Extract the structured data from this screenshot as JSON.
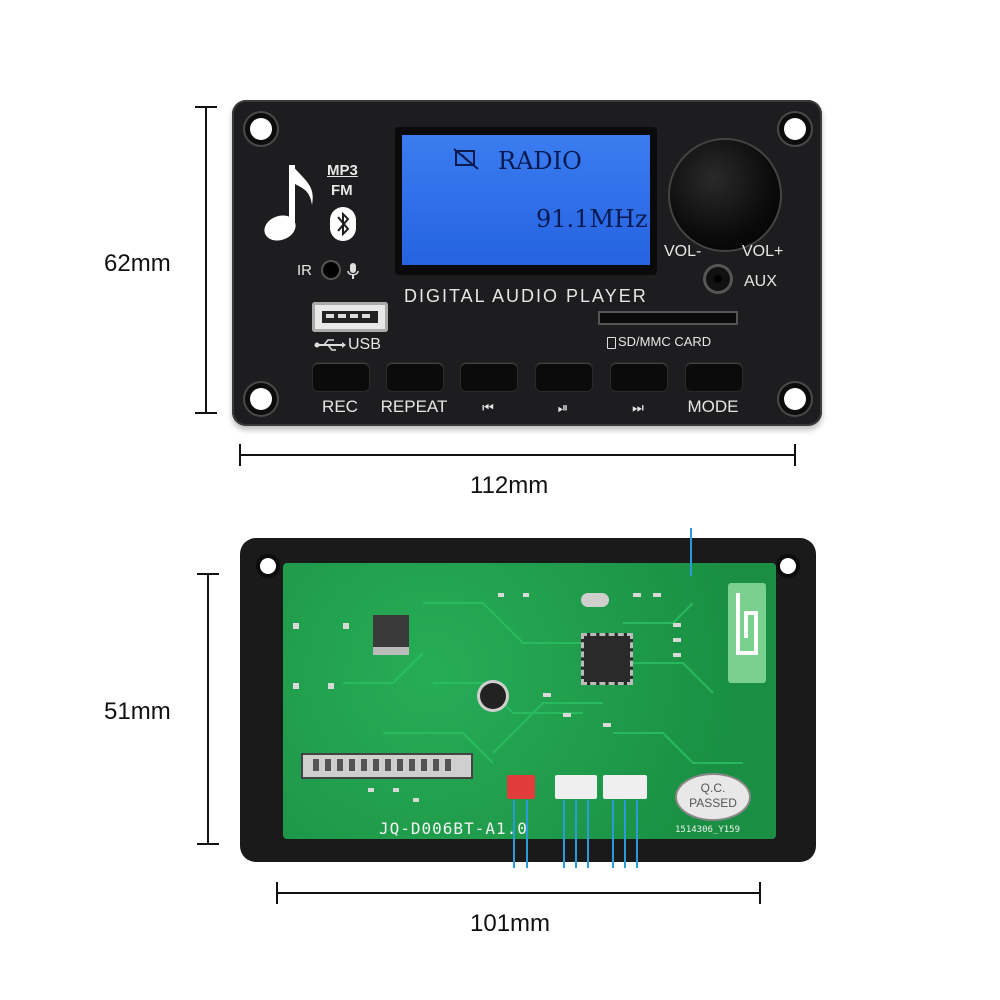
{
  "dimensions": {
    "front_height": "62mm",
    "front_width": "112mm",
    "back_height": "51mm",
    "back_width": "101mm"
  },
  "front_panel": {
    "logo_mp3": "MP3",
    "logo_fm": "FM",
    "ir_label": "IR",
    "lcd_line1": "RADIO",
    "lcd_line2": "91.1MHz",
    "title": "DIGITAL AUDIO PLAYER",
    "usb_label": "USB",
    "card_label": "SD/MMC CARD",
    "vol_minus": "VOL-",
    "vol_plus": "VOL+",
    "aux_label": "AUX",
    "buttons": [
      "REC",
      "REPEAT",
      "⏮",
      "⏯",
      "⏭",
      "MODE"
    ]
  },
  "back_board": {
    "model": "JQ-D006BT-A1.0",
    "qc_line1": "Q.C.",
    "qc_line2": "PASSED",
    "serial": "1514306_Y159"
  },
  "colors": {
    "lcd": "#2f6fe8",
    "pcb": "#1f9e4c",
    "panel": "#1d1d1f"
  }
}
